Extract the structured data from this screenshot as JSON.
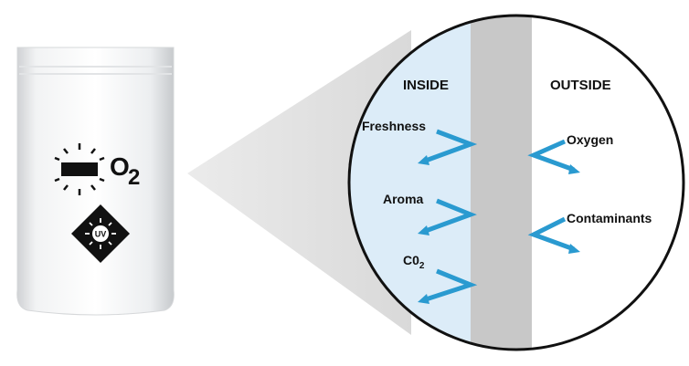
{
  "pouch": {
    "o2_symbol": "O",
    "o2_subscript": "2",
    "uv_text": "UV"
  },
  "barrier": {
    "inside_label": "INSIDE",
    "outside_label": "OUTSIDE",
    "inside_items": [
      {
        "label": "Freshness"
      },
      {
        "label": "Aroma"
      },
      {
        "label": "C0",
        "subscript": "2"
      }
    ],
    "outside_items": [
      {
        "label": "Oxygen"
      },
      {
        "label": "Contaminants"
      }
    ]
  },
  "colors": {
    "inside_bg": "#dcecf8",
    "barrier": "#c8c8c8",
    "arrow": "#2a9ad0",
    "cone": "#e0e0e0",
    "outline": "#111111"
  }
}
